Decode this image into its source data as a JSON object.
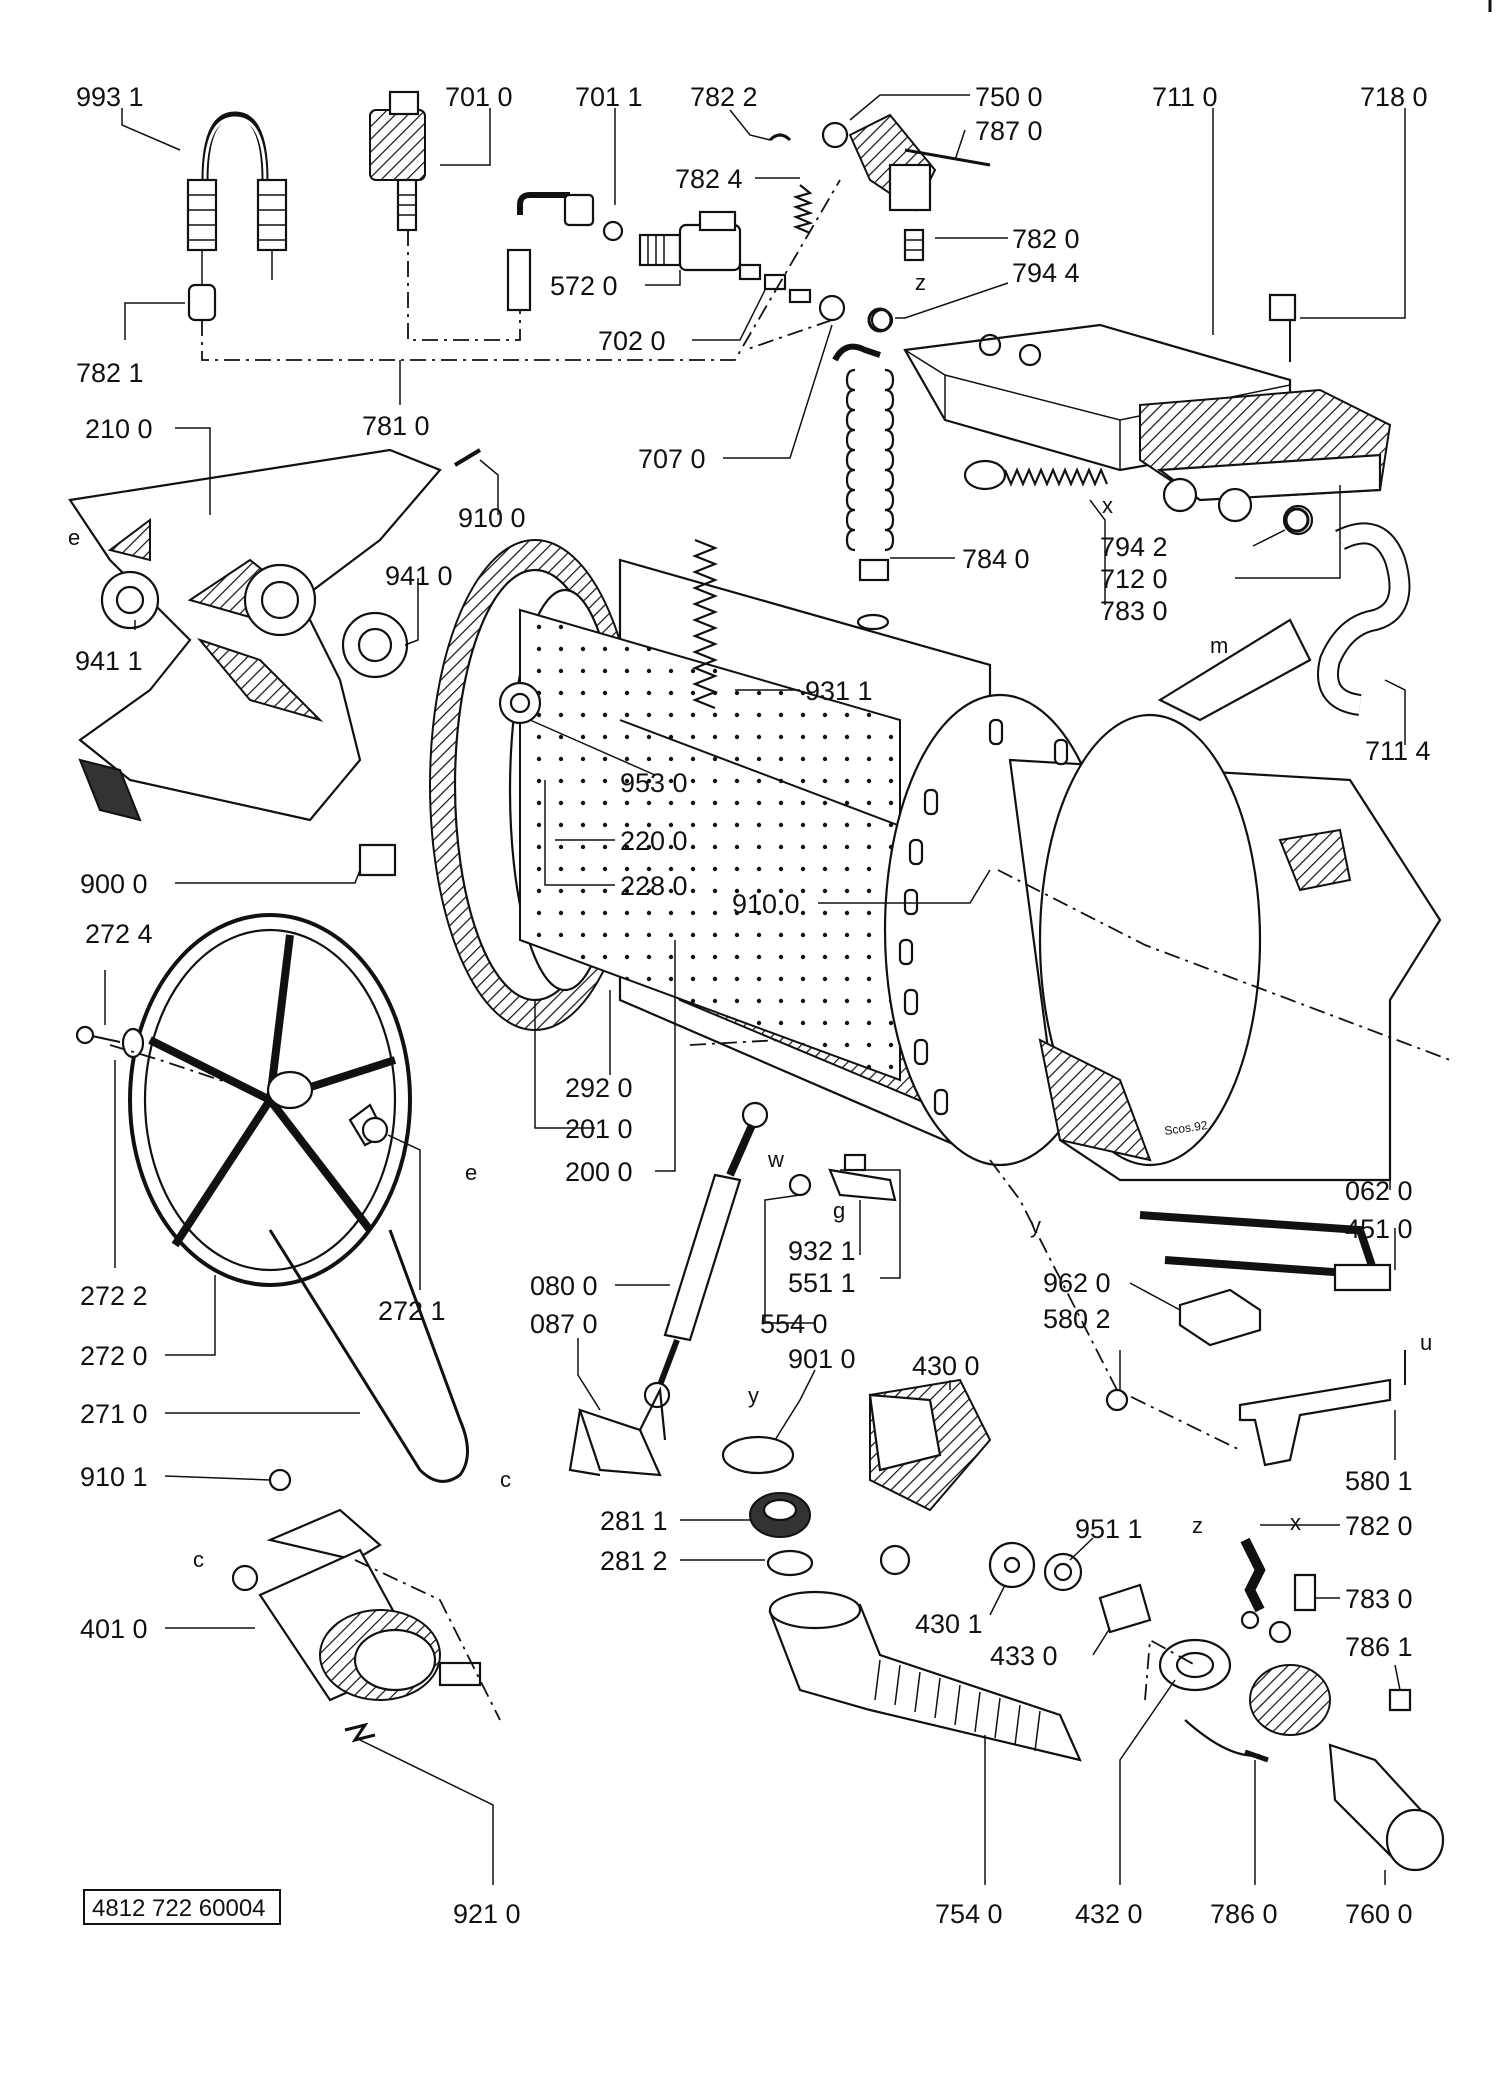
{
  "diagram": {
    "document_code": "4812 722 60004",
    "drawing_mark": "Scos.92",
    "callouts": [
      {
        "id": "c9931",
        "text": "993  1"
      },
      {
        "id": "c7010",
        "text": "701  0"
      },
      {
        "id": "c7011",
        "text": "701  1"
      },
      {
        "id": "c7822",
        "text": "782  2"
      },
      {
        "id": "c7500",
        "text": "750  0"
      },
      {
        "id": "c7870",
        "text": "787  0"
      },
      {
        "id": "c7110",
        "text": "711  0"
      },
      {
        "id": "c7180",
        "text": "718  0"
      },
      {
        "id": "c7824",
        "text": "782  4"
      },
      {
        "id": "c7820a",
        "text": "782  0"
      },
      {
        "id": "c5720",
        "text": "572  0"
      },
      {
        "id": "c7944",
        "text": "794  4"
      },
      {
        "id": "c7020",
        "text": "702  0"
      },
      {
        "id": "c7821",
        "text": "782  1"
      },
      {
        "id": "c7810",
        "text": "781  0"
      },
      {
        "id": "c2100",
        "text": "210  0"
      },
      {
        "id": "c7070",
        "text": "707  0"
      },
      {
        "id": "c9100a",
        "text": "910  0"
      },
      {
        "id": "c7942",
        "text": "794  2"
      },
      {
        "id": "c7120",
        "text": "712  0"
      },
      {
        "id": "c7840",
        "text": "784  0"
      },
      {
        "id": "c7830a",
        "text": "783  0"
      },
      {
        "id": "c9410",
        "text": "941  0"
      },
      {
        "id": "c9411",
        "text": "941  1"
      },
      {
        "id": "c9311",
        "text": "931  1"
      },
      {
        "id": "c7114",
        "text": "711  4"
      },
      {
        "id": "c9530",
        "text": "953  0"
      },
      {
        "id": "c2200",
        "text": "220  0"
      },
      {
        "id": "c9000",
        "text": "900  0"
      },
      {
        "id": "c2280",
        "text": "228  0"
      },
      {
        "id": "c9100b",
        "text": "910  0"
      },
      {
        "id": "c2724",
        "text": "272  4"
      },
      {
        "id": "c2920",
        "text": "292  0"
      },
      {
        "id": "c2010",
        "text": "201  0"
      },
      {
        "id": "c2000",
        "text": "200  0"
      },
      {
        "id": "c0620",
        "text": "062  0"
      },
      {
        "id": "c4510",
        "text": "451  0"
      },
      {
        "id": "c9321",
        "text": "932  1"
      },
      {
        "id": "c5511",
        "text": "551  1"
      },
      {
        "id": "c2722",
        "text": "272  2"
      },
      {
        "id": "c2721",
        "text": "272  1"
      },
      {
        "id": "c0800",
        "text": "080  0"
      },
      {
        "id": "c9620",
        "text": "962  0"
      },
      {
        "id": "c5802",
        "text": "580  2"
      },
      {
        "id": "c0870",
        "text": "087  0"
      },
      {
        "id": "c2720",
        "text": "272  0"
      },
      {
        "id": "c5540",
        "text": "554  0"
      },
      {
        "id": "c9010",
        "text": "901  0"
      },
      {
        "id": "c4300",
        "text": "430  0"
      },
      {
        "id": "c2710",
        "text": "271  0"
      },
      {
        "id": "c5801",
        "text": "580  1"
      },
      {
        "id": "c9101",
        "text": "910  1"
      },
      {
        "id": "c2811",
        "text": "281  1"
      },
      {
        "id": "c9511",
        "text": "951  1"
      },
      {
        "id": "c7820b",
        "text": "782  0"
      },
      {
        "id": "c2812",
        "text": "281  2"
      },
      {
        "id": "c4010",
        "text": "401  0"
      },
      {
        "id": "c4301",
        "text": "430  1"
      },
      {
        "id": "c7830b",
        "text": "783  0"
      },
      {
        "id": "c4330",
        "text": "433  0"
      },
      {
        "id": "c7861",
        "text": "786  1"
      },
      {
        "id": "c9210",
        "text": "921  0"
      },
      {
        "id": "c7540",
        "text": "754  0"
      },
      {
        "id": "c4320",
        "text": "432  0"
      },
      {
        "id": "c7860",
        "text": "786  0"
      },
      {
        "id": "c7600",
        "text": "760  0"
      }
    ],
    "letters": [
      {
        "id": "l_z1",
        "text": "z"
      },
      {
        "id": "l_e1",
        "text": "e"
      },
      {
        "id": "l_x1",
        "text": "x"
      },
      {
        "id": "l_m",
        "text": "m"
      },
      {
        "id": "l_e2",
        "text": "e"
      },
      {
        "id": "l_w",
        "text": "w"
      },
      {
        "id": "l_g",
        "text": "g"
      },
      {
        "id": "l_y1",
        "text": "y"
      },
      {
        "id": "l_u",
        "text": "u"
      },
      {
        "id": "l_y2",
        "text": "y"
      },
      {
        "id": "l_c1",
        "text": "c"
      },
      {
        "id": "l_z2",
        "text": "z"
      },
      {
        "id": "l_x2",
        "text": "x"
      },
      {
        "id": "l_c2",
        "text": "c"
      }
    ]
  }
}
